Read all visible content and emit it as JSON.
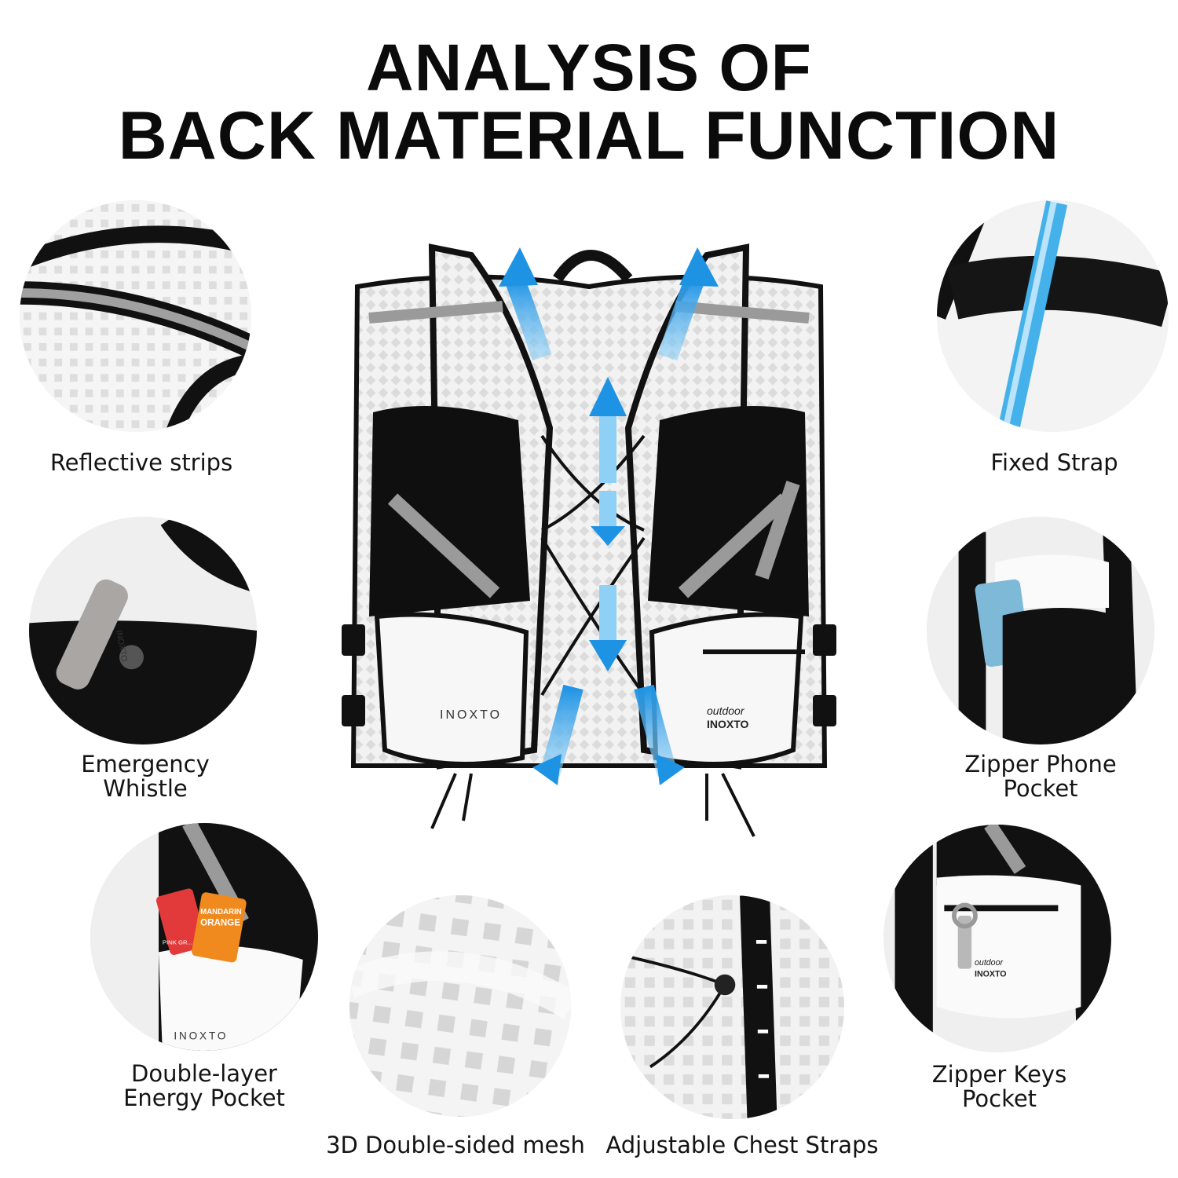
{
  "title": {
    "line1": "ANALYSIS OF",
    "line2": "BACK MATERIAL FUNCTION"
  },
  "features": {
    "reflective_strips": {
      "label": "Reflective strips"
    },
    "fixed_strap": {
      "label": "Fixed Strap"
    },
    "emergency_whistle": {
      "line1": "Emergency",
      "line2": "Whistle"
    },
    "zipper_phone_pocket": {
      "line1": "Zipper Phone",
      "line2": "Pocket"
    },
    "energy_pocket": {
      "line1": "Double-layer",
      "line2": "Energy Pocket"
    },
    "mesh": {
      "label": "3D Double-sided mesh"
    },
    "chest_straps": {
      "label": "Adjustable Chest Straps"
    },
    "keys_pocket": {
      "line1": "Zipper Keys",
      "line2": "Pocket"
    }
  },
  "brand": {
    "wordmark": "INOXTO",
    "logo_top": "outdoor",
    "logo_bottom": "INOXTO",
    "whistle_text": "INOXTO",
    "gel_text_1": "MANDARIN",
    "gel_text_2": "ORANGE",
    "gel_text_3": "PINK GR..."
  },
  "colors": {
    "vest_black": "#0f0f0f",
    "mesh_white": "#f3f3f3",
    "reflective": "#9a9a9a",
    "arrow_blue": "#2a9be6",
    "bottle_blue": "#45b1ea"
  }
}
